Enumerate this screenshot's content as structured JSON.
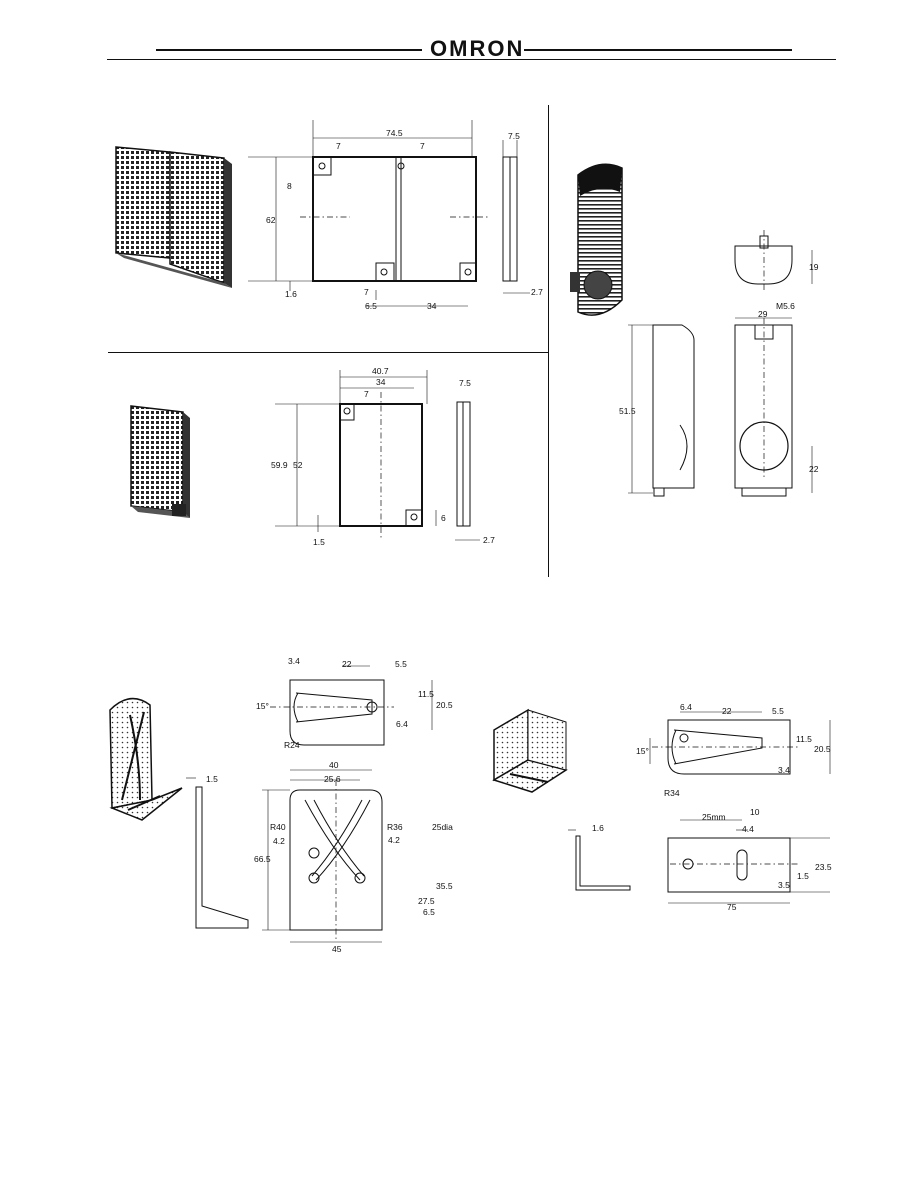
{
  "header": {
    "brand": "OMRON"
  },
  "reflector_large": {
    "d_74_5": "74.5",
    "d_7a": "7",
    "d_7b": "7",
    "d_7_5": "7.5",
    "d_8": "8",
    "d_62": "62",
    "d_7c": "7",
    "d_6_5": "6.5",
    "d_34": "34",
    "d_1_6": "1.6",
    "d_2_7": "2.7"
  },
  "reflector_small": {
    "d_40_7": "40.7",
    "d_34": "34",
    "d_7": "7",
    "d_7_5": "7.5",
    "d_59_9": "59.9",
    "d_52": "52",
    "d_6": "6",
    "d_1_5": "1.5",
    "d_2_7": "2.7"
  },
  "sensor": {
    "d_19": "19",
    "d_m5_6": "M5.6",
    "d_29": "29",
    "d_51_5": "51.5",
    "d_22": "22"
  },
  "bracket_a": {
    "d_3_4": "3.4",
    "d_22": "22",
    "d_5_5": "5.5",
    "d_15": "15°",
    "d_11_5": "11.5",
    "d_20_5": "20.5",
    "d_6_4": "6.4",
    "d_r24": "R24",
    "d_1_5": "1.5",
    "d_40": "40",
    "d_25_6": "25.6",
    "d_r40": "R40",
    "d_r36": "R36",
    "d_4_2a": "4.2",
    "d_4_2b": "4.2",
    "d_25_dia": "25dia",
    "d_66_5": "66.5",
    "d_35_5": "35.5",
    "d_27_5": "27.5",
    "d_6_5": "6.5",
    "d_45": "45"
  },
  "bracket_b": {
    "d_6_4": "6.4",
    "d_22": "22",
    "d_5_5": "5.5",
    "d_15": "15°",
    "d_11_5": "11.5",
    "d_20_5": "20.5",
    "d_3_4": "3.4",
    "d_r34": "R34",
    "d_1_6": "1.6",
    "d_25mm": "25mm",
    "d_10": "10",
    "d_4_4": "4.4",
    "d_23_5": "23.5",
    "d_1_5": "1.5",
    "d_3_5": "3.5",
    "d_75": "75"
  }
}
